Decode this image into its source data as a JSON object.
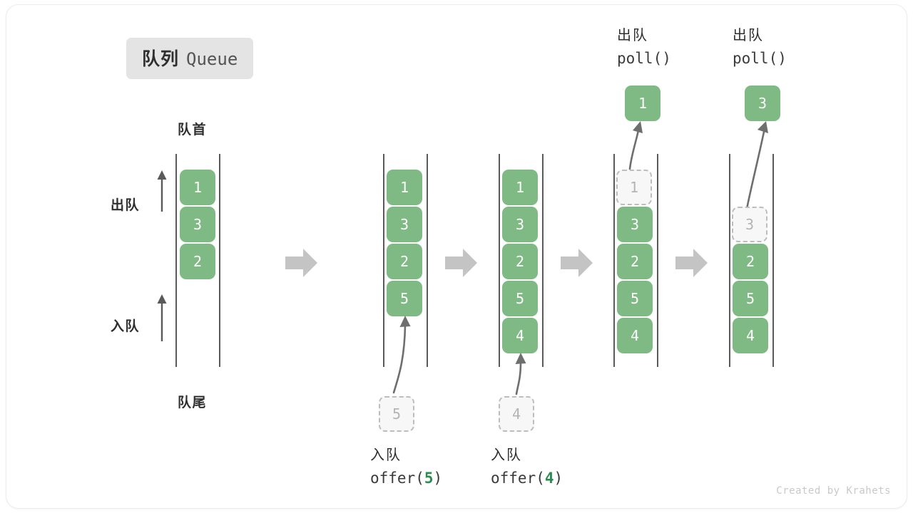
{
  "title": {
    "cn": "队列",
    "en": "Queue"
  },
  "labels": {
    "head": "队首",
    "tail": "队尾",
    "dequeue": "出队",
    "enqueue": "入队"
  },
  "colors": {
    "element_green": "#7fba85",
    "ghost_fill": "#f7f7f7",
    "ghost_border": "#bdbdbd",
    "rail": "#5a5a5a",
    "arrow_gray": "#c4c4c4",
    "curve_arrow": "#6e6e6e",
    "badge_bg": "#e4e4e4",
    "code_accent": "#2e8b4f"
  },
  "credit": "Created by Krahets",
  "stages": [
    {
      "name": "initial",
      "items": [
        "1",
        "3",
        "2"
      ],
      "ghost_index": null,
      "incoming": null,
      "op_cn": null,
      "op_code": null,
      "popped": null
    },
    {
      "name": "after-offer-5",
      "items": [
        "1",
        "3",
        "2",
        "5"
      ],
      "ghost_index": null,
      "incoming": "5",
      "op_cn": "入队",
      "op_code_prefix": "offer(",
      "op_code_num": "5",
      "op_code_suffix": ")",
      "popped": null
    },
    {
      "name": "after-offer-4",
      "items": [
        "1",
        "3",
        "2",
        "5",
        "4"
      ],
      "ghost_index": null,
      "incoming": "4",
      "op_cn": "入队",
      "op_code_prefix": "offer(",
      "op_code_num": "4",
      "op_code_suffix": ")",
      "popped": null
    },
    {
      "name": "poll-1",
      "items": [
        "1",
        "3",
        "2",
        "5",
        "4"
      ],
      "ghost_index": 0,
      "incoming": null,
      "op_cn": "出队",
      "op_code_prefix": "poll(",
      "op_code_num": "",
      "op_code_suffix": ")",
      "popped": "1"
    },
    {
      "name": "poll-3",
      "items": [
        "3",
        "2",
        "5",
        "4"
      ],
      "ghost_index": 0,
      "incoming": null,
      "op_cn": "出队",
      "op_code_prefix": "poll(",
      "op_code_num": "",
      "op_code_suffix": ")",
      "popped": "3"
    }
  ],
  "stage0": {
    "b0": "1",
    "b1": "3",
    "b2": "2"
  },
  "stage1": {
    "b0": "1",
    "b1": "3",
    "b2": "2",
    "b3": "5",
    "ghost": "5",
    "op_cn": "入队",
    "code_pre": "offer(",
    "code_num": "5",
    "code_post": ")"
  },
  "stage2": {
    "b0": "1",
    "b1": "3",
    "b2": "2",
    "b3": "5",
    "b4": "4",
    "ghost": "4",
    "op_cn": "入队",
    "code_pre": "offer(",
    "code_num": "4",
    "code_post": ")"
  },
  "stage3": {
    "g0": "1",
    "b1": "3",
    "b2": "2",
    "b3": "5",
    "b4": "4",
    "popped": "1",
    "op_cn": "出队",
    "code_pre": "poll(",
    "code_num": "",
    "code_post": ")"
  },
  "stage4": {
    "g0": "3",
    "b1": "2",
    "b2": "5",
    "b3": "4",
    "popped": "3",
    "op_cn": "出队",
    "code_pre": "poll(",
    "code_num": "",
    "code_post": ")"
  }
}
